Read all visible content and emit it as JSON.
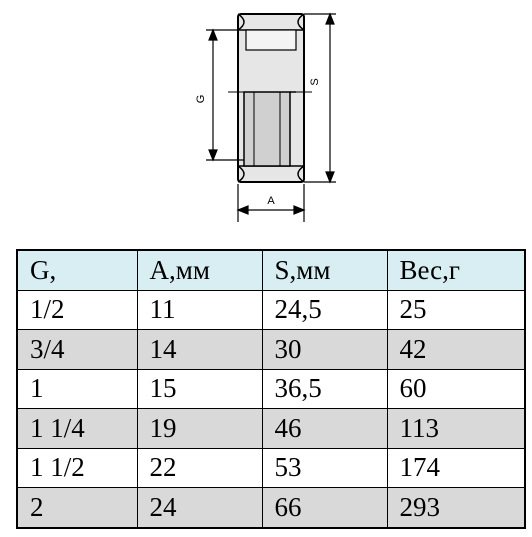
{
  "drawing": {
    "label_g": "G",
    "label_s": "S",
    "label_a": "A"
  },
  "table": {
    "headers": [
      "G,",
      "А,мм",
      "S,мм",
      "Вес,г"
    ],
    "rows": [
      [
        "1/2",
        "11",
        "24,5",
        "25"
      ],
      [
        "3/4",
        "14",
        "30",
        "42"
      ],
      [
        "1",
        "15",
        "36,5",
        "60"
      ],
      [
        "1 1/4",
        "19",
        "46",
        "113"
      ],
      [
        "1 1/2",
        "22",
        "53",
        "174"
      ],
      [
        "2",
        "24",
        "66",
        "293"
      ]
    ],
    "colors": {
      "header_bg": "#d8eef3",
      "shaded_row_bg": "#d9d9d9",
      "plain_row_bg": "#ffffff",
      "border": "#000000"
    }
  }
}
